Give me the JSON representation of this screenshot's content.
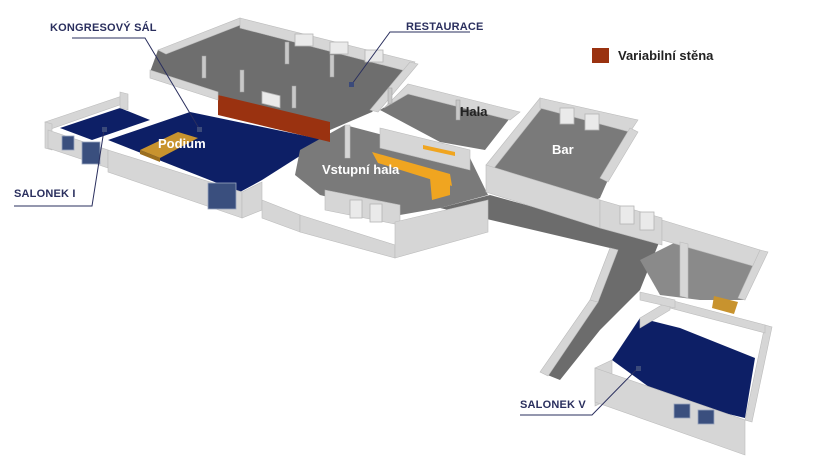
{
  "callouts": {
    "kongresovy_sal": "KONGRESOVÝ SÁL",
    "restaurace": "RESTAURACE",
    "salonek_1": "SALONEK I",
    "salonek_5": "SALONEK V"
  },
  "rooms": {
    "podium": "Podium",
    "hala": "Hala",
    "bar": "Bar",
    "vstupni_hala": "Vstupní hala"
  },
  "legend": {
    "label": "Variabilní stěna",
    "color": "#9a3210"
  },
  "colors": {
    "floor_blue": "#0d1f66",
    "floor_gray": "#7d7d7d",
    "wall": "#d4d4d4",
    "furniture_orange": "#f0a520",
    "stage_wood": "#c8932e",
    "callout_text": "#2a2f5e"
  }
}
